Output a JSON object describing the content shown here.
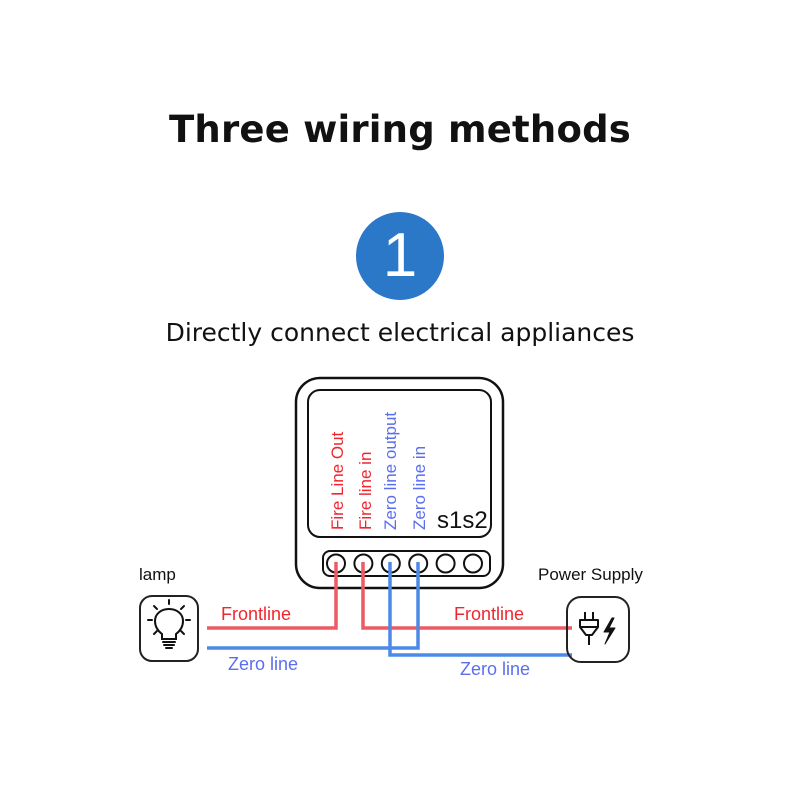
{
  "title": "Three wiring methods",
  "step_badge": "1",
  "subtitle": "Directly connect electrical appliances",
  "colors": {
    "fire": "#f0262e",
    "zero": "#5a6ef0",
    "wire_fire": "#ee5a63",
    "wire_zero": "#4d8ae8",
    "badge": "#2b78c8"
  },
  "device": {
    "terminal_labels": [
      {
        "text": "Fire Line Out",
        "type": "fire"
      },
      {
        "text": "Fire line in",
        "type": "fire"
      },
      {
        "text": "Zero line output",
        "type": "zero"
      },
      {
        "text": "Zero line in",
        "type": "zero"
      }
    ],
    "switch_label": "s1s2",
    "terminal_count": 6
  },
  "lamp": {
    "label": "lamp",
    "icon": "lightbulb-icon"
  },
  "power": {
    "label": "Power Supply",
    "icon": "plug-lightning-icon"
  },
  "wires": {
    "left_fire_label": "Frontline",
    "left_zero_label": "Zero line",
    "right_fire_label": "Frontline",
    "right_zero_label": "Zero line"
  }
}
